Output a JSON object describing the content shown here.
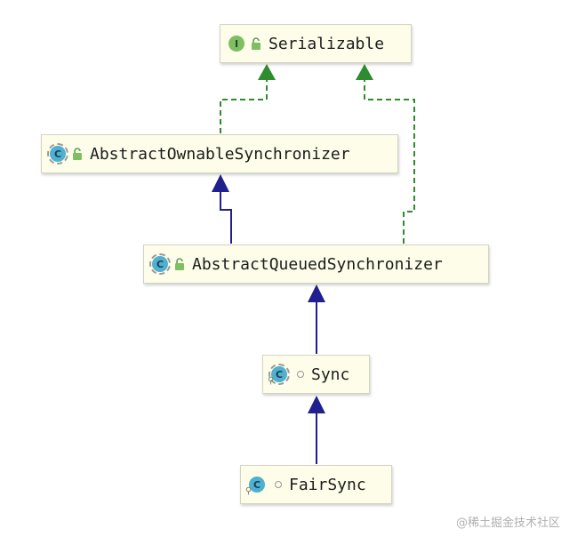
{
  "nodes": {
    "serializable": {
      "label": "Serializable",
      "kind": "I",
      "kind_type": "interface",
      "visibility": "public"
    },
    "aos": {
      "label": "AbstractOwnableSynchronizer",
      "kind": "C",
      "kind_type": "abstract-class",
      "visibility": "public"
    },
    "aqs": {
      "label": "AbstractQueuedSynchronizer",
      "kind": "C",
      "kind_type": "abstract-class",
      "visibility": "public"
    },
    "sync": {
      "label": "Sync",
      "kind": "C",
      "kind_type": "abstract-inner-class",
      "visibility": "package"
    },
    "fairsync": {
      "label": "FairSync",
      "kind": "C",
      "kind_type": "inner-class",
      "visibility": "package"
    }
  },
  "edges": [
    {
      "from": "AbstractOwnableSynchronizer",
      "to": "Serializable",
      "type": "implements",
      "style": "dashed",
      "color": "#2e8b2e"
    },
    {
      "from": "AbstractQueuedSynchronizer",
      "to": "Serializable",
      "type": "implements",
      "style": "dashed",
      "color": "#2e8b2e"
    },
    {
      "from": "AbstractQueuedSynchronizer",
      "to": "AbstractOwnableSynchronizer",
      "type": "extends",
      "style": "solid",
      "color": "#1f1f8f"
    },
    {
      "from": "Sync",
      "to": "AbstractQueuedSynchronizer",
      "type": "extends",
      "style": "solid",
      "color": "#1f1f8f"
    },
    {
      "from": "FairSync",
      "to": "Sync",
      "type": "extends",
      "style": "solid",
      "color": "#1f1f8f"
    }
  ],
  "colors": {
    "implements": "#2e8b2e",
    "extends": "#1f1f8f",
    "node_bg": "#fdfdea"
  },
  "icons": {
    "interface": "interface-icon",
    "class": "class-icon",
    "public": "unlock-icon",
    "package": "package-visibility-icon"
  },
  "watermark": "@稀土掘金技术社区"
}
